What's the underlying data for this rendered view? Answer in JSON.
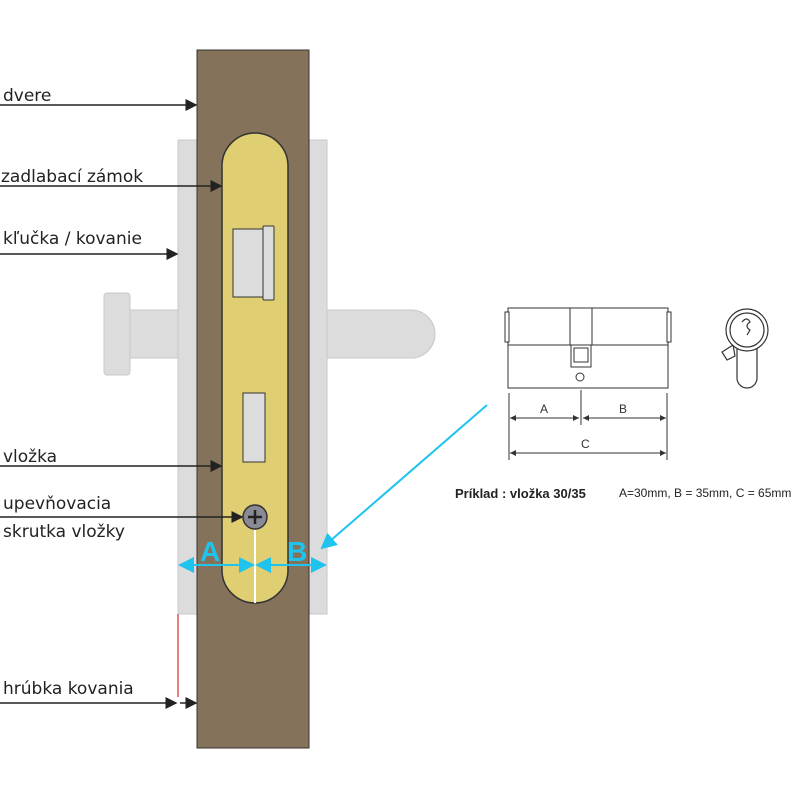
{
  "labels": {
    "door": "dvere",
    "mortise_lock": "zadlabací zámok",
    "handle": "kľučka / kovanie",
    "cylinder": "vložka",
    "screw_line1": "upevňovacia",
    "screw_line2": "skrutka vložky",
    "fitting_thickness": "hrúbka kovania"
  },
  "measure": {
    "a": "A",
    "b": "B"
  },
  "cylinder_drawing": {
    "a": "A",
    "b": "B",
    "c": "C"
  },
  "example": {
    "title": "Príklad : vložka 30/35",
    "values": "A=30mm,  B = 35mm,  C = 65mm"
  },
  "colors": {
    "door": "#84725a",
    "faceplate": "#e0cf72",
    "plate": "#dcdcdc",
    "accent": "#1ec3ee"
  }
}
